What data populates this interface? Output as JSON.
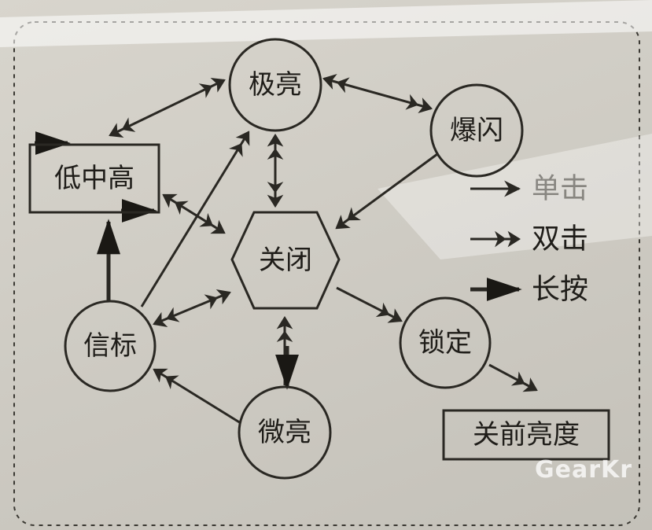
{
  "nodes": {
    "jiliang": "极亮",
    "baoshan": "爆闪",
    "dizhonggao": "低中高",
    "guanbi": "关闭",
    "xinbiao": "信标",
    "suoding": "锁定",
    "weiliang": "微亮",
    "guanqianliangdu": "关前亮度"
  },
  "legend": {
    "single_click": "单击",
    "double_click": "双击",
    "long_press": "长按"
  },
  "watermark": "GearKr",
  "colors": {
    "ink": "#2a2823",
    "paper": "#d3d0c8"
  }
}
